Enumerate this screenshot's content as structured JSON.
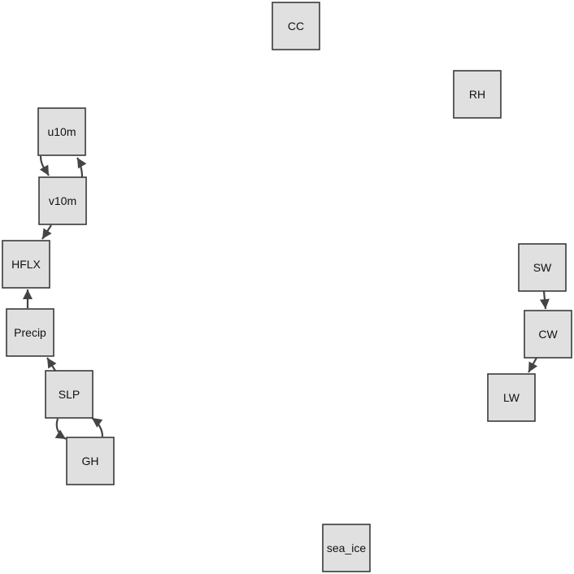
{
  "graph": {
    "nodes": [
      {
        "id": "CC",
        "label": "CC"
      },
      {
        "id": "RH",
        "label": "RH"
      },
      {
        "id": "u10m",
        "label": "u10m"
      },
      {
        "id": "v10m",
        "label": "v10m"
      },
      {
        "id": "HFLX",
        "label": "HFLX"
      },
      {
        "id": "Precip",
        "label": "Precip"
      },
      {
        "id": "SLP",
        "label": "SLP"
      },
      {
        "id": "GH",
        "label": "GH"
      },
      {
        "id": "SW",
        "label": "SW"
      },
      {
        "id": "CW",
        "label": "CW"
      },
      {
        "id": "LW",
        "label": "LW"
      },
      {
        "id": "sea_ice",
        "label": "sea_ice"
      }
    ],
    "edges": [
      {
        "from": "u10m",
        "to": "v10m"
      },
      {
        "from": "v10m",
        "to": "u10m"
      },
      {
        "from": "v10m",
        "to": "HFLX"
      },
      {
        "from": "Precip",
        "to": "HFLX"
      },
      {
        "from": "SLP",
        "to": "Precip"
      },
      {
        "from": "SLP",
        "to": "GH"
      },
      {
        "from": "GH",
        "to": "SLP"
      },
      {
        "from": "SW",
        "to": "CW"
      },
      {
        "from": "CW",
        "to": "LW"
      }
    ],
    "colors": {
      "node_fill": "#e0e0e0",
      "node_border": "#3a3a3a",
      "edge": "#444444"
    }
  }
}
